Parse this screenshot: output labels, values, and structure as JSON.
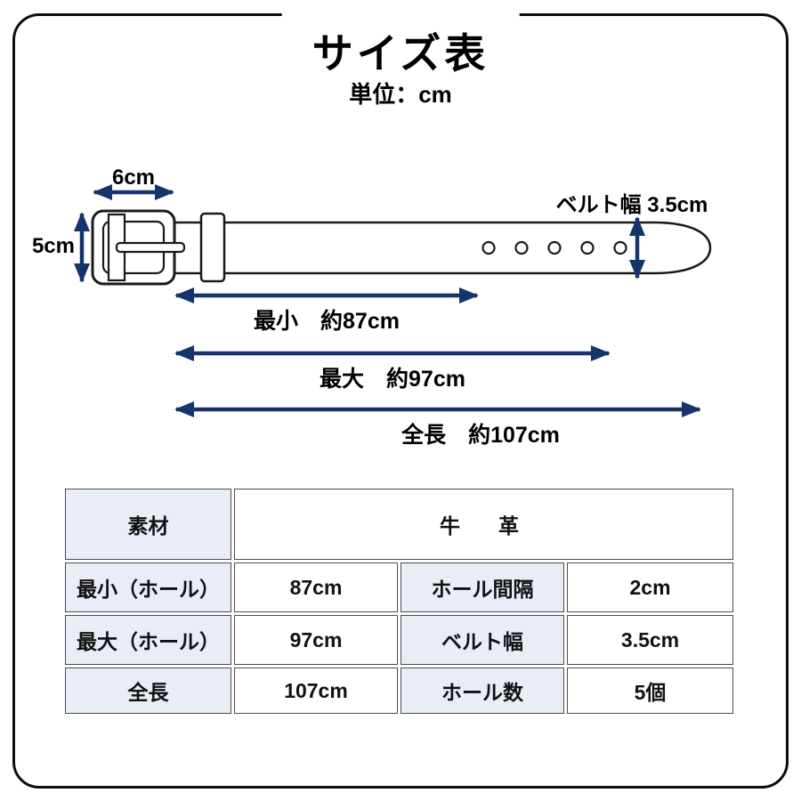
{
  "page": {
    "title": "サイズ表",
    "unit_label": "単位：cm"
  },
  "diagram": {
    "buckle_width_label": "6cm",
    "buckle_height_label": "5cm",
    "belt_width_label": "ベルト幅 3.5cm",
    "min_length_label": "最小　約87cm",
    "max_length_label": "最大　約97cm",
    "total_length_label": "全長　約107cm",
    "hole_count": 5,
    "arrow_color": "#17336b"
  },
  "table": {
    "material_label": "素材",
    "material_value": "牛　革",
    "rows": [
      {
        "label1": "最小（ホール）",
        "value1": "87cm",
        "label2": "ホール間隔",
        "value2": "2cm"
      },
      {
        "label1": "最大（ホール）",
        "value1": "97cm",
        "label2": "ベルト幅",
        "value2": "3.5cm"
      },
      {
        "label1": "全長",
        "value1": "107cm",
        "label2": "ホール数",
        "value2": "5個"
      }
    ],
    "header_bg": "#e9edf5",
    "border_color": "#4d4d4d"
  }
}
